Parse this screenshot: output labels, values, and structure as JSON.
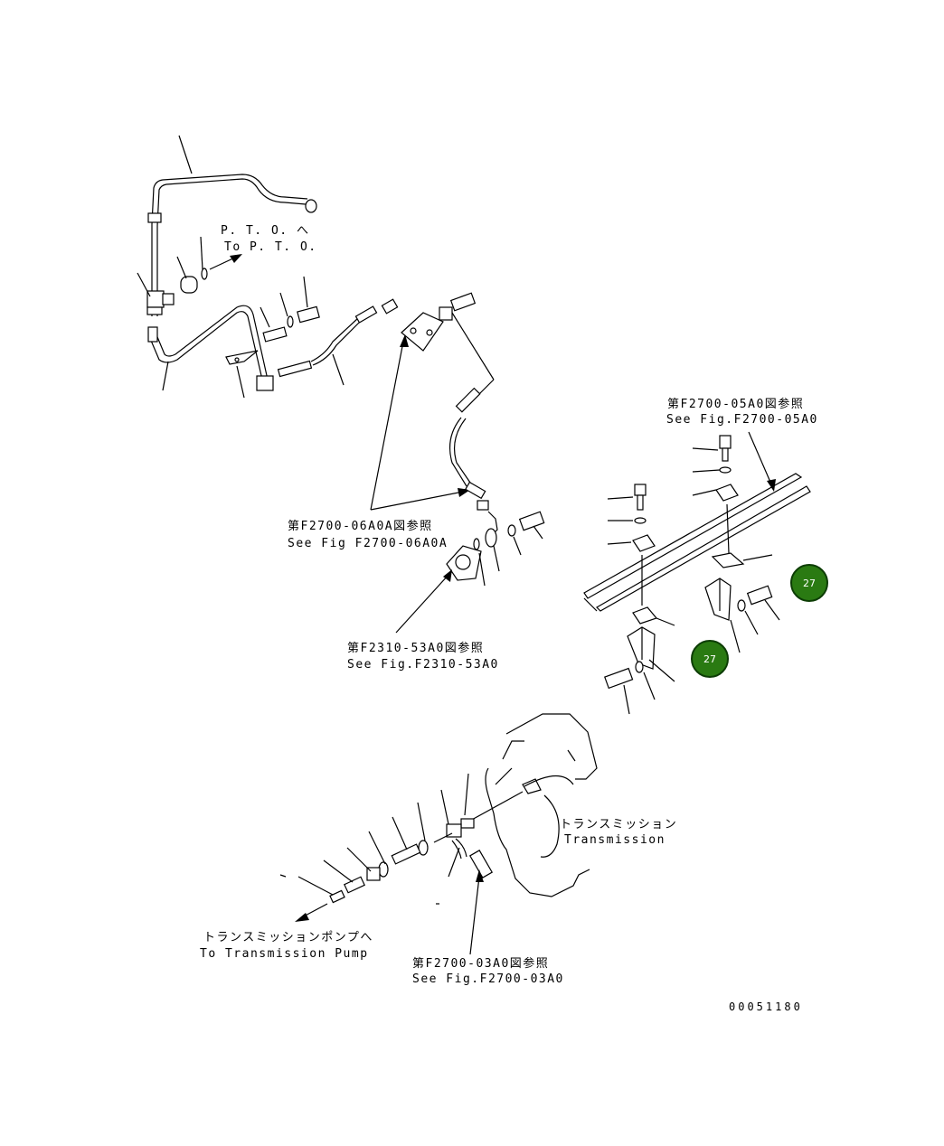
{
  "labels": {
    "pto_ja": "P. T. O. へ",
    "pto_en": "To P. T. O.",
    "ref_06a0a_ja": "第F2700-06A0A図参照",
    "ref_06a0a_en": "See Fig F2700-06A0A",
    "ref_53a0_ja": "第F2310-53A0図参照",
    "ref_53a0_en": "See Fig.F2310-53A0",
    "ref_05a0_ja": "第F2700-05A0図参照",
    "ref_05a0_en": "See Fig.F2700-05A0",
    "transmission_ja": "トランスミッション",
    "transmission_en": "Transmission",
    "pump_ja": "トランスミッションポンプへ",
    "pump_en": "To Transmission Pump",
    "ref_03a0_ja": "第F2700-03A0図参照",
    "ref_03a0_en": "See Fig.F2700-03A0",
    "drawing_number": "00051180"
  },
  "callouts": [
    {
      "label": "27"
    },
    {
      "label": "27"
    }
  ]
}
